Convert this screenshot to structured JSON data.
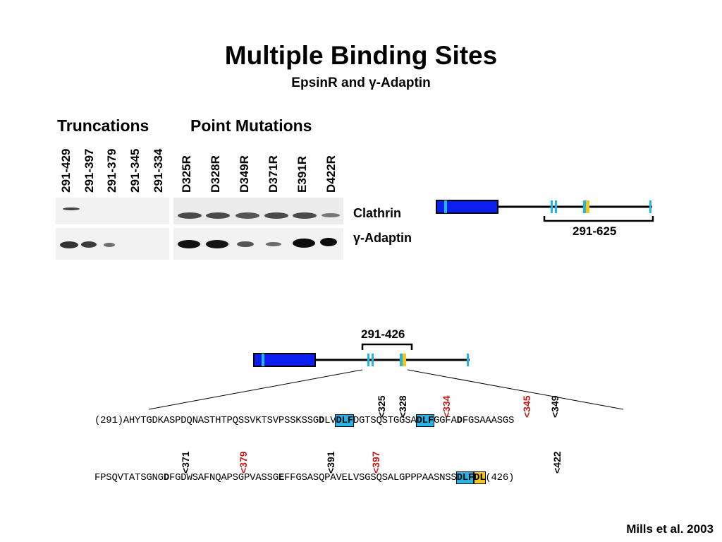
{
  "title": "Multiple Binding Sites",
  "subtitle": "EpsinR and γ-Adaptin",
  "headers": {
    "truncations": "Truncations",
    "point_mutations": "Point Mutations"
  },
  "truncation_lanes": [
    "291-429",
    "291-397",
    "291-379",
    "291-345",
    "291-334"
  ],
  "mutation_lanes": [
    "D325R",
    "D328R",
    "D349R",
    "D371R",
    "E391R",
    "D422R"
  ],
  "gel_rows": {
    "clathrin": "Clathrin",
    "adaptin": "γ-Adaptin"
  },
  "diagram": {
    "range_top": "291-625",
    "range_bottom": "291-426"
  },
  "sequence": {
    "line1": {
      "a": "(291)AHYTGDKASPDQNASTHTPQSSVKTSVPSSKSSG",
      "b": "D",
      "c": "LV",
      "d": "DLF",
      "e": "DGTSQSTGGSA",
      "f": "DLF",
      "g": "GGFA",
      "h": "D",
      "i": "FGSAAASGS"
    },
    "line2": {
      "a": "FPSQVTATSGNG",
      "b": "D",
      "c": "FGDWSAFNQAPSGPVASSG",
      "d": "E",
      "e": "FFGSASQPAVELVSGSQSALGPPPAASNSS",
      "f": "DLF",
      "g": "DL",
      "h": "(426)"
    },
    "markers_line1": [
      "<325",
      "<328",
      "<334",
      "<345",
      "<349"
    ],
    "markers_line2": [
      "<371",
      "<379",
      "<391",
      "<397",
      "<422"
    ]
  },
  "credit": "Mills et al. 2003",
  "colors": {
    "domain_blue": "#0a1ef0",
    "motif_cyan": "#21b6e6",
    "motif_yellow": "#f5c518",
    "highlight_red": "#c41818"
  }
}
